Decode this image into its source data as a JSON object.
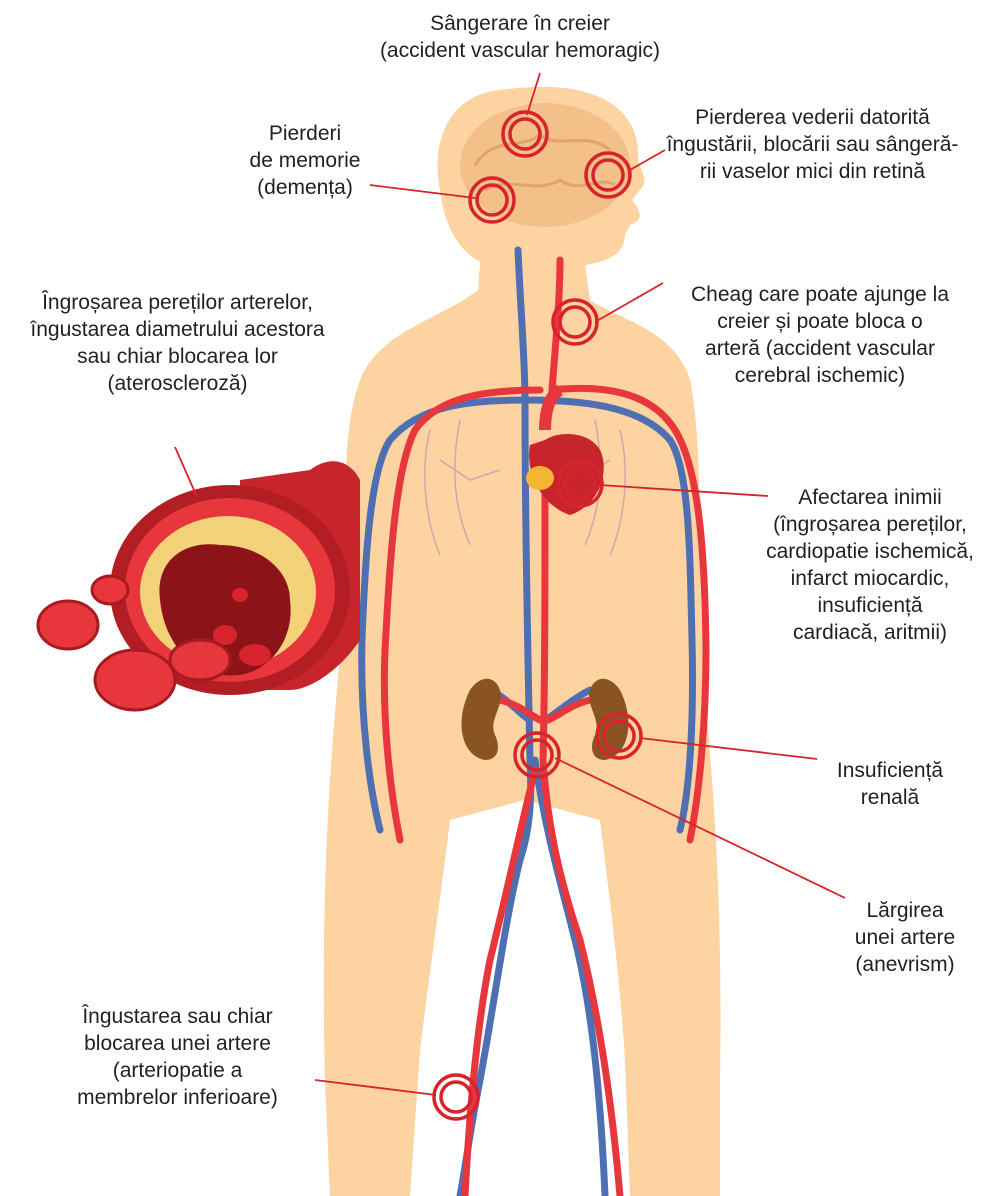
{
  "labels": {
    "brain_bleed": [
      "Sângerare în creier",
      "(accident vascular hemoragic)"
    ],
    "memory": [
      "Pierderi",
      "de memorie",
      "(demența)"
    ],
    "vision": [
      "Pierderea vederii datorită",
      "îngustării, blocării sau sângeră-",
      "rii vaselor mici din retină"
    ],
    "atherosclerosis": [
      "Îngroșarea pereților arterelor,",
      "îngustarea diametrului acestora",
      "sau chiar blocarea lor",
      "(ateroscleroză)"
    ],
    "clot": [
      "Cheag care poate ajunge la",
      "creier și poate bloca o",
      "arteră (accident vascular",
      "cerebral ischemic)"
    ],
    "heart": [
      "Afectarea inimii",
      "(îngroșarea pereților,",
      "cardiopatie ischemică,",
      "infarct miocardic,",
      "insuficiență",
      "cardiacă, aritmii)"
    ],
    "kidney": [
      "Insuficiență",
      "renală"
    ],
    "aneurysm": [
      "Lărgirea",
      "unei artere",
      "(anevrism)"
    ],
    "leg": [
      "Îngustarea sau chiar",
      "blocarea unei artere",
      "(arteriopatie a",
      "membrelor inferioare)"
    ]
  },
  "colors": {
    "skin": "#fcd3a1",
    "artery": "#e8363d",
    "vein": "#4f6fb3",
    "marker_ring": "#d7232b",
    "leader_line": "#d7232b",
    "kidney": "#8a5322",
    "plaque": "#f4d27a",
    "text": "#231f20"
  }
}
